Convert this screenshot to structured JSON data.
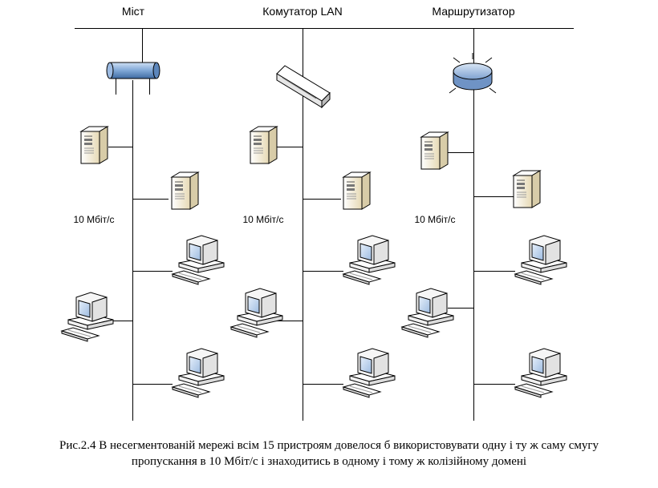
{
  "devices": {
    "bridge": "Міст",
    "switch": "Комутатор LAN",
    "router": "Маршрутизатор"
  },
  "segments": [
    {
      "speed": "10 Мбіт/с"
    },
    {
      "speed": "10 Мбіт/с"
    },
    {
      "speed": "10 Мбіт/с"
    }
  ],
  "caption": {
    "line1": "Рис.2.4  В несегментованій мережі всім 15 пристроям довелося б використовувати одну і ту ж саму смугу",
    "line2": "пропускання в 10 Мбіт/с і знаходитись в одному і тому ж колізійному домені"
  },
  "icons": {
    "server": "server-icon",
    "workstation": "workstation-icon",
    "bridge": "bridge-icon",
    "switch": "switch-icon",
    "router": "router-icon"
  },
  "colors": {
    "bridge_body": "#7fa7d6",
    "router_body": "#a9c4e4",
    "server_body": "#f2ead2",
    "monitor_screen": "#b9d3ee"
  }
}
